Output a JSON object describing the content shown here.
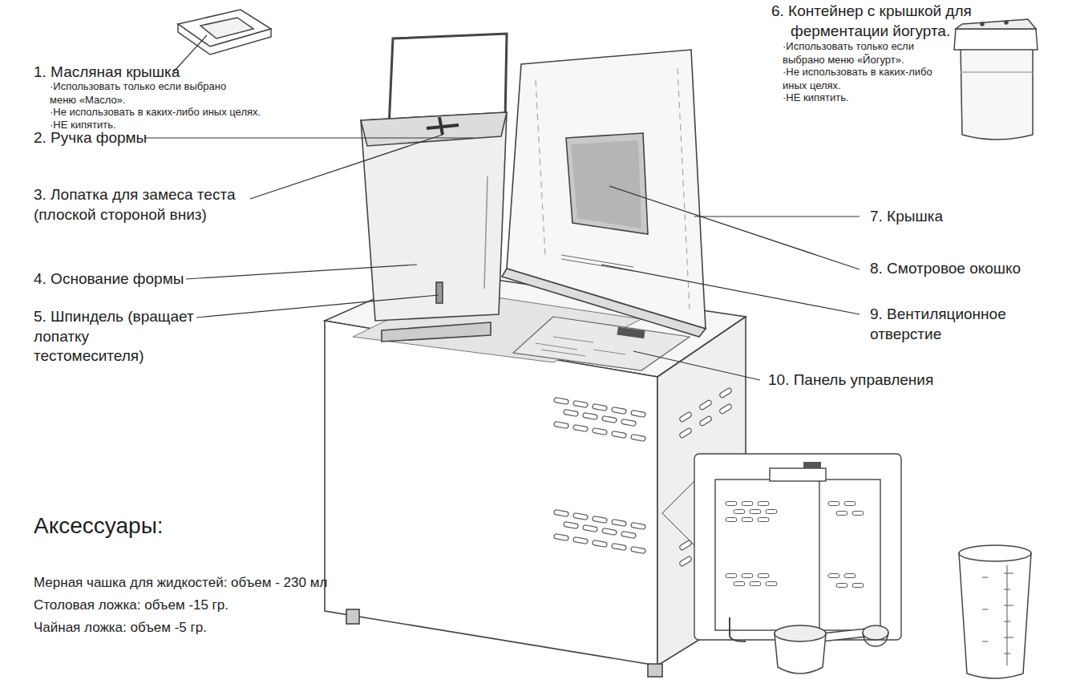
{
  "diagram": {
    "labels": [
      "1. Масляная крышка",
      "·Использовать только если выбрано меню «Масло».",
      "·Не использовать в каких-либо иных целях.",
      "·НЕ кипятить.",
      "2. Ручка формы",
      "3. Лопатка для замеса теста (плоской стороной вниз)",
      "4. Основание формы",
      "5. Шпиндель (вращает лопатку тестомесителя)",
      "6. Контейнер с крышкой для ферментации йогурта.",
      "·Использовать только если выбрано меню «Йогурт».",
      "·Не использовать в каких-либо иных целях.",
      "·НЕ кипятить.",
      "7. Крышка",
      "8. Смотровое окошко",
      "9. Вентиляционное отверстие",
      "10. Панель управления",
      "Аксессуары:",
      "Мерная чашка для жидкостей: объем - 230 мл",
      "Столовая ложка: объем -15 гр.",
      "Чайная ложка: объем -5 гр."
    ]
  }
}
